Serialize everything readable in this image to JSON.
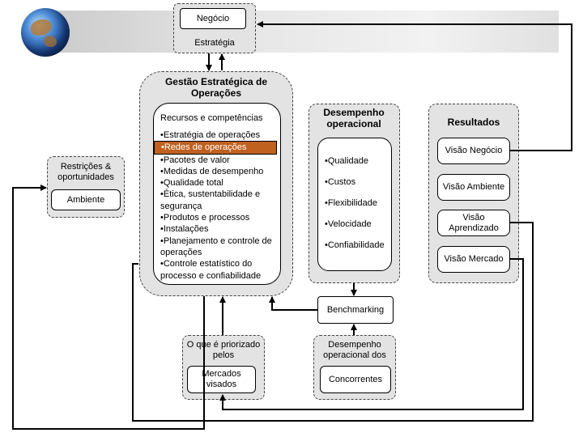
{
  "negocio": "Negócio",
  "estrategia": "Estratégia",
  "gestao": {
    "title": "Gestão Estratégica de Operações",
    "recursos": "Recursos e competências",
    "items": [
      "•Estratégia de operações",
      "•Redes de operações",
      "•Pacotes de valor",
      "•Medidas de desempenho",
      "•Qualidade total",
      "•Ética, sustentabilidade e segurança",
      "•Produtos e processos",
      "•Instalações",
      "•Planejamento e controle de operações",
      "•Controle estatístico do processo e confiabilidade"
    ],
    "highlighted_index": 1,
    "highlight_color": "#c0611f"
  },
  "restricoes": "Restrições & oportunidades",
  "ambiente": "Ambiente",
  "desempenho": {
    "title": "Desempenho operacional",
    "items": [
      "•Qualidade",
      "•Custos",
      "•Flexibilidade",
      "•Velocidade",
      "•Confiabilidade"
    ]
  },
  "resultados": {
    "title": "Resultados",
    "items": [
      "Visão Negócio",
      "Visão Ambiente",
      "Visão Aprendizado",
      "Visão Mercado"
    ]
  },
  "benchmarking": "Benchmarking",
  "priorizado": {
    "title": "O que é priorizado pelos",
    "box": "Mercados visados"
  },
  "concorrentes": {
    "title": "Desempenho operacional dos",
    "box": "Concorrentes"
  }
}
